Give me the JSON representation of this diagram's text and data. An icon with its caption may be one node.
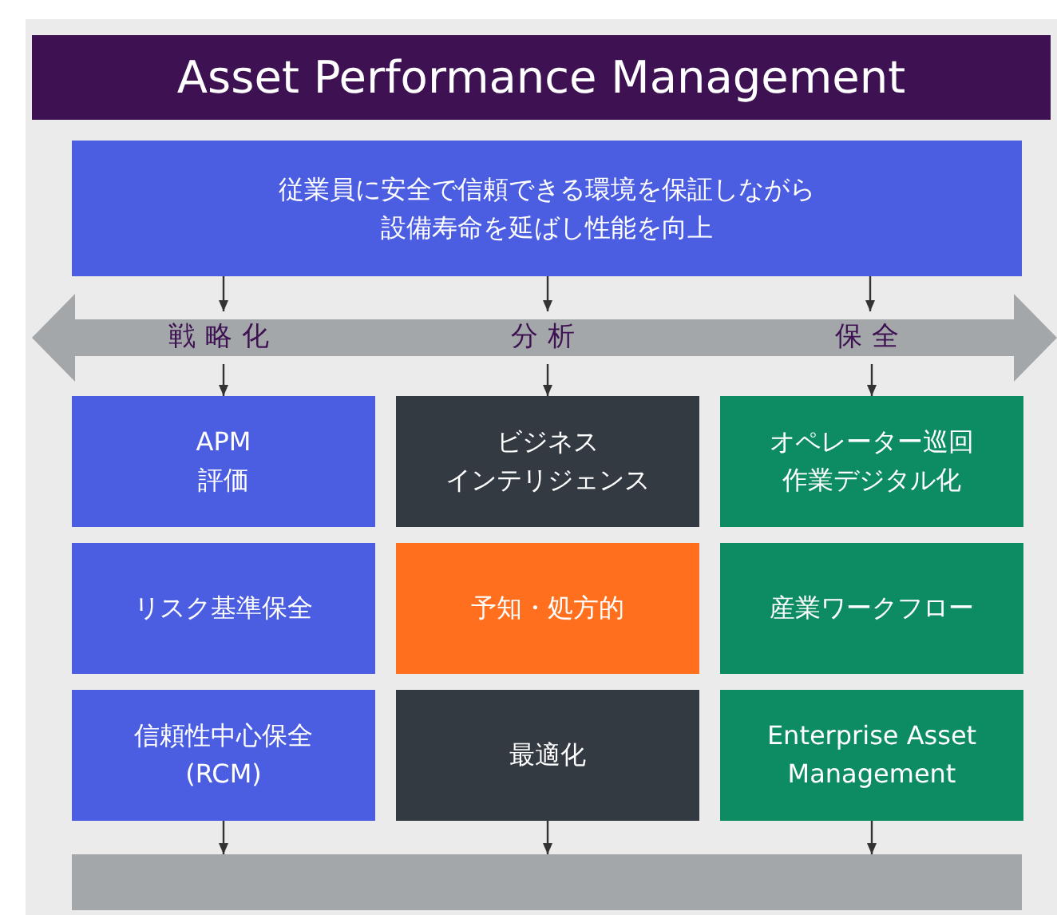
{
  "diagram": {
    "title": "Asset Performance Management",
    "nodes": [
      {
        "text": [
          "従業員に安全で信頼できる環境を保証しながら設備寿命を延ばし性能を向上"
        ]
      },
      {
        "text": [
          "戦略化",
          "分析",
          "保全"
        ]
      },
      {
        "text": [
          "APM評価"
        ]
      },
      {
        "text": [
          "ビジネスインテリジェンス"
        ]
      },
      {
        "text": [
          "オペレーター巡回作業デジタル化"
        ]
      },
      {
        "text": [
          "リスク基準保全"
        ]
      },
      {
        "text": [
          "予知・処方的"
        ]
      },
      {
        "text": [
          "産業ワークフロー"
        ]
      },
      {
        "text": [
          "信頼性中心保全(RCM)"
        ]
      },
      {
        "text": [
          "最適化"
        ]
      },
      {
        "text": [
          "Enterprise Asset Management"
        ]
      },
      {
        "text": [],
        "shape": "bar"
      }
    ],
    "edges": [
      {
        "from": 0,
        "to": 1,
        "arrow": "to"
      },
      {
        "from": 0,
        "to": 1,
        "arrow": "to"
      },
      {
        "from": 0,
        "to": 1,
        "arrow": "to"
      },
      {
        "from": 1,
        "to": 2,
        "arrow": "to"
      },
      {
        "from": 1,
        "to": 3,
        "arrow": "to"
      },
      {
        "from": 1,
        "to": 4,
        "arrow": "to"
      },
      {
        "from": 8,
        "to": 11,
        "arrow": "to"
      },
      {
        "from": 9,
        "to": 11,
        "arrow": "to"
      },
      {
        "from": 10,
        "to": 11,
        "arrow": "to"
      }
    ]
  }
}
